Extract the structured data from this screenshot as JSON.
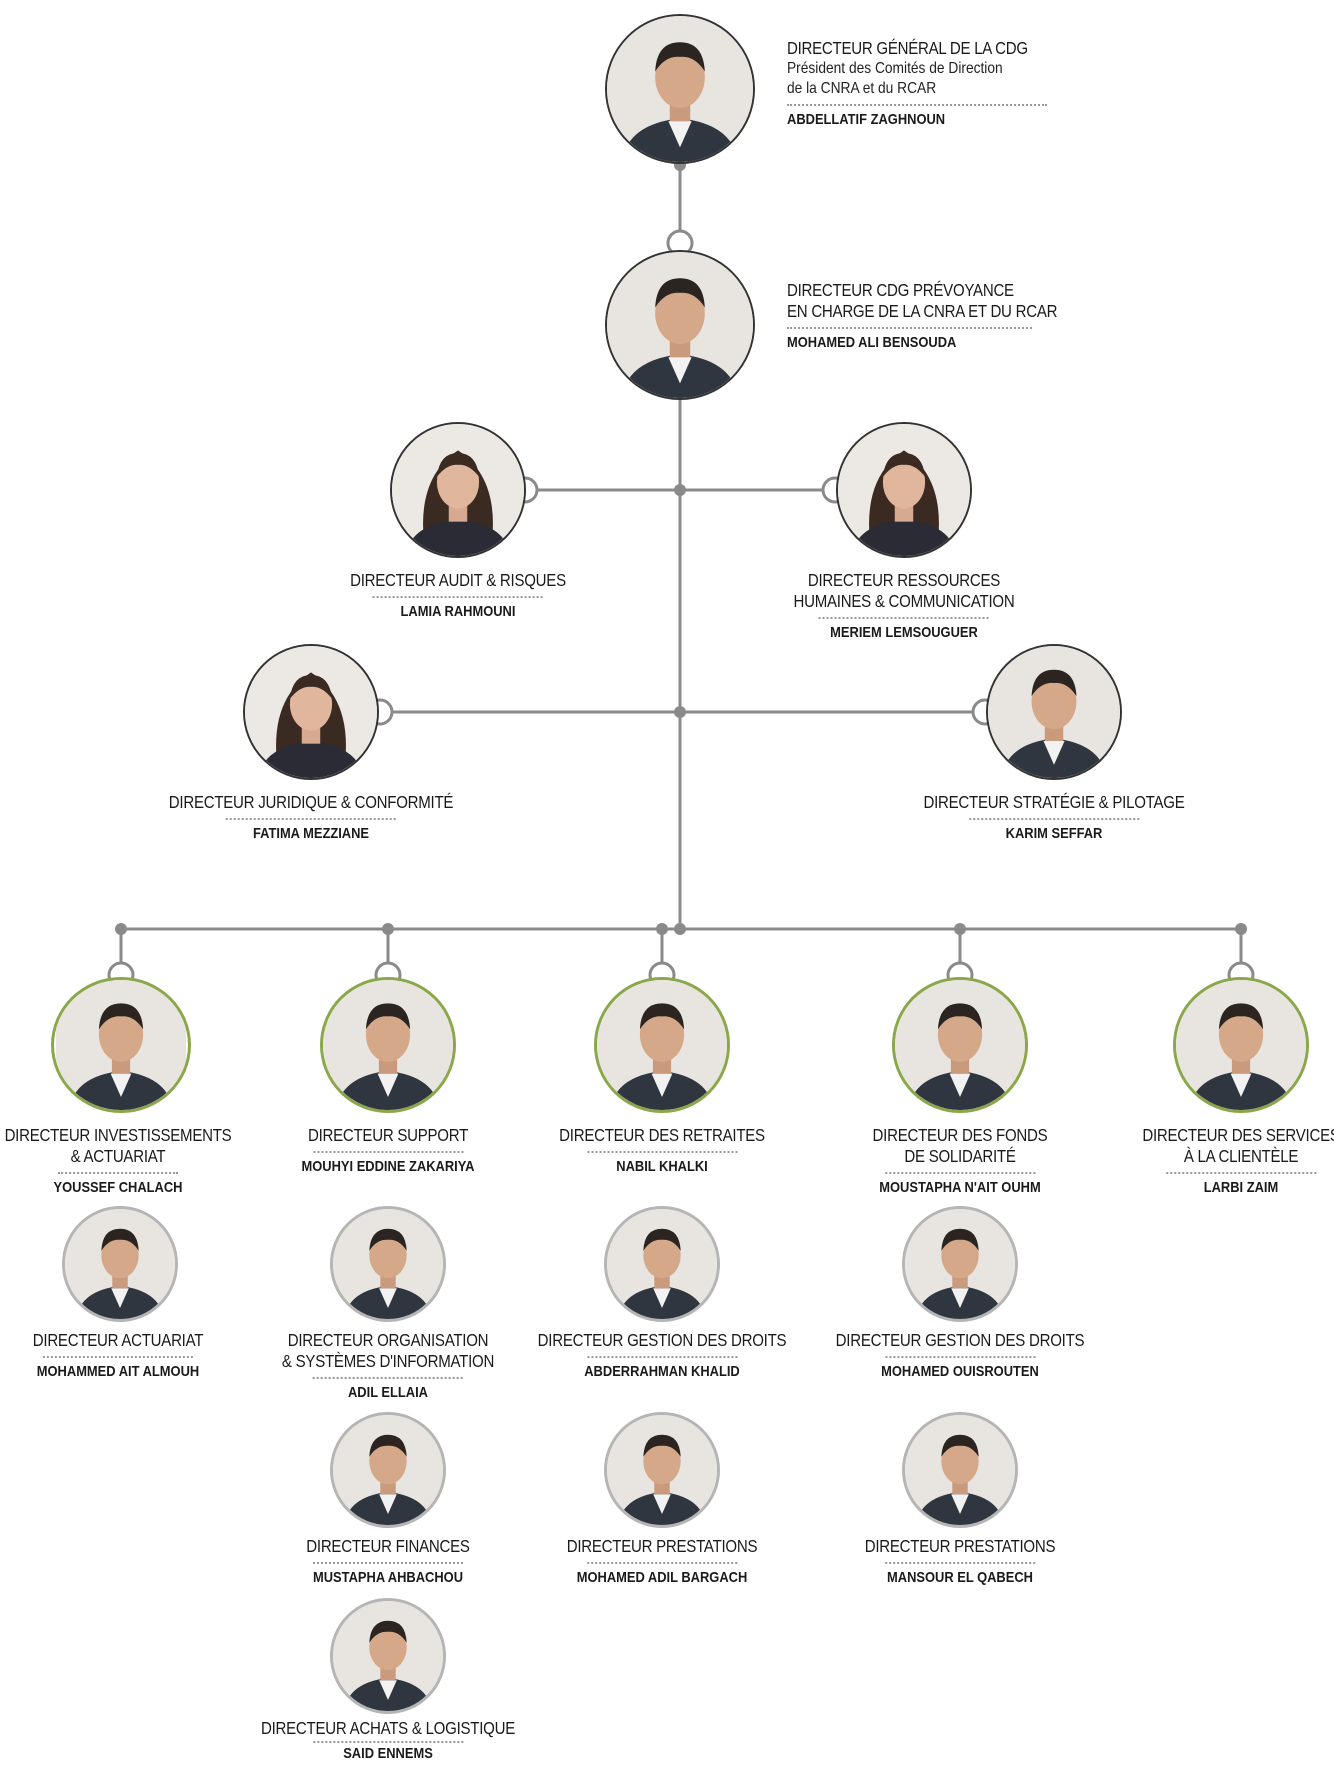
{
  "top": {
    "title": "DIRECTEUR GÉNÉRAL DE LA CDG",
    "sub1": "Président des Comités de Direction",
    "sub2": "de la CNRA et du RCAR",
    "name": "ABDELLATIF ZAGHNOUN"
  },
  "second": {
    "title1": "DIRECTEUR CDG PRÉVOYANCE",
    "title2": "EN CHARGE DE LA CNRA ET DU RCAR",
    "name": "MOHAMED ALI BENSOUDA"
  },
  "staff": [
    {
      "title1": "DIRECTEUR AUDIT & RISQUES",
      "title2": "",
      "name": "LAMIA RAHMOUNI"
    },
    {
      "title1": "DIRECTEUR RESSOURCES",
      "title2": "HUMAINES & COMMUNICATION",
      "name": "MERIEM LEMSOUGUER"
    },
    {
      "title1": "DIRECTEUR JURIDIQUE & CONFORMITÉ",
      "title2": "",
      "name": "FATIMA MEZZIANE"
    },
    {
      "title1": "DIRECTEUR STRATÉGIE & PILOTAGE",
      "title2": "",
      "name": "KARIM SEFFAR"
    }
  ],
  "columns": [
    {
      "head": {
        "title1": "DIRECTEUR INVESTISSEMENTS",
        "title2": "& ACTUARIAT",
        "name": "YOUSSEF CHALACH"
      },
      "subs": [
        {
          "title1": "DIRECTEUR ACTUARIAT",
          "title2": "",
          "name": "MOHAMMED AIT ALMOUH"
        }
      ]
    },
    {
      "head": {
        "title1": "DIRECTEUR SUPPORT",
        "title2": "",
        "name": "MOUHYI EDDINE ZAKARIYA"
      },
      "subs": [
        {
          "title1": "DIRECTEUR ORGANISATION",
          "title2": "& SYSTÈMES D'INFORMATION",
          "name": "ADIL ELLAIA"
        },
        {
          "title1": "DIRECTEUR FINANCES",
          "title2": "",
          "name": "MUSTAPHA AHBACHOU"
        },
        {
          "title1": "DIRECTEUR ACHATS & LOGISTIQUE",
          "title2": "",
          "name": "SAID ENNEMS"
        }
      ]
    },
    {
      "head": {
        "title1": "DIRECTEUR DES RETRAITES",
        "title2": "",
        "name": "NABIL KHALKI"
      },
      "subs": [
        {
          "title1": "DIRECTEUR GESTION DES DROITS",
          "title2": "",
          "name": "ABDERRAHMAN KHALID"
        },
        {
          "title1": "DIRECTEUR PRESTATIONS",
          "title2": "",
          "name": "MOHAMED ADIL BARGACH"
        }
      ]
    },
    {
      "head": {
        "title1": "DIRECTEUR DES FONDS",
        "title2": "DE SOLIDARITÉ",
        "name": "MOUSTAPHA N'AIT OUHM"
      },
      "subs": [
        {
          "title1": "DIRECTEUR GESTION DES DROITS",
          "title2": "",
          "name": "MOHAMED OUISROUTEN"
        },
        {
          "title1": "DIRECTEUR PRESTATIONS",
          "title2": "",
          "name": "MANSOUR EL QABECH"
        }
      ]
    },
    {
      "head": {
        "title1": "DIRECTEUR DES SERVICES",
        "title2": "À LA CLIENTÈLE",
        "name": "LARBI ZAIM"
      },
      "subs": []
    }
  ],
  "colors": {
    "connector": "#8a8a8a",
    "green_ring": "#8aa74a",
    "dark_ring": "#333333",
    "sub_ring": "#b5b5b5"
  }
}
